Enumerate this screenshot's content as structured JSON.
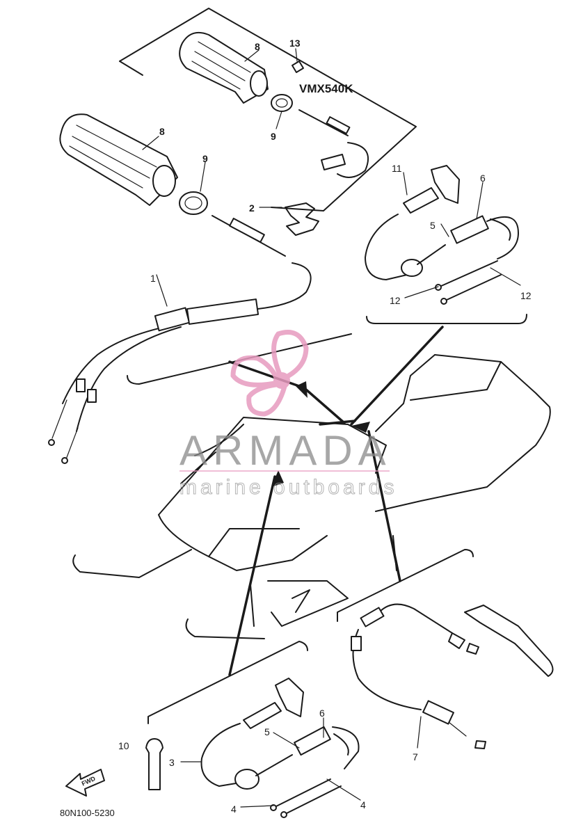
{
  "model_label": "VMX540K",
  "drawing_code": "80N100-5230",
  "fwd_label": "FWD",
  "watermark": {
    "brand": "ARMADA",
    "tagline": "marine outboards",
    "brand_color": "#e79bbf",
    "text_color": "#8a8a8a"
  },
  "callouts": {
    "c1": "1",
    "c2": "2",
    "c3": "3",
    "c4a": "4",
    "c4b": "4",
    "c5a": "5",
    "c5b": "5",
    "c6a": "6",
    "c6b": "6",
    "c7": "7",
    "c8a": "8",
    "c8b": "8",
    "c9a": "9",
    "c9b": "9",
    "c10": "10",
    "c11": "11",
    "c12a": "12",
    "c12b": "12",
    "c13": "13"
  }
}
